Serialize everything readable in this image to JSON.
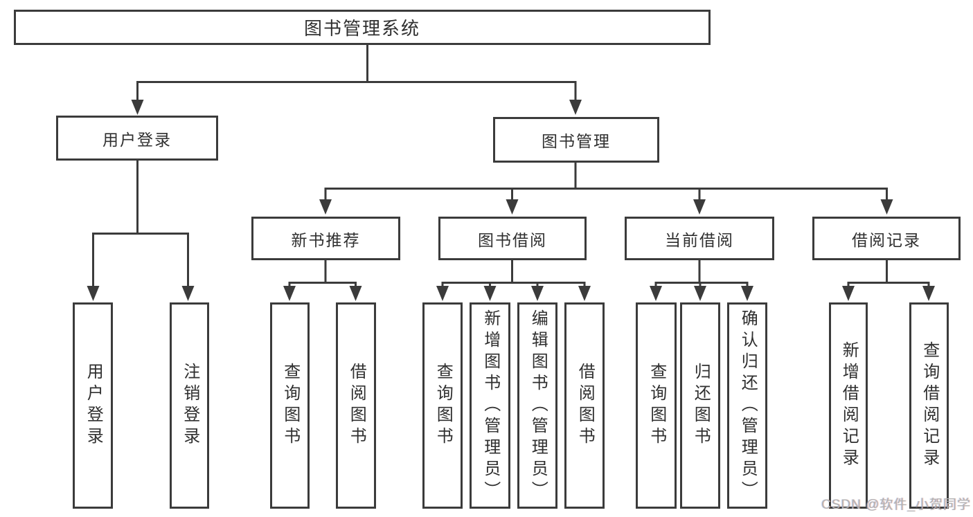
{
  "diagram": {
    "title": "图书管理系统",
    "colors": {
      "line": "#3b3b3b",
      "box_border": "#3b3b3b",
      "box_fill": "#ffffff",
      "text": "#2f2f2f",
      "watermark": "#b3b3b3"
    },
    "level1": [
      {
        "label": "用户登录",
        "parent": "图书管理系统"
      },
      {
        "label": "图书管理",
        "parent": "图书管理系统"
      }
    ],
    "level2": [
      {
        "label": "新书推荐",
        "parent": "图书管理"
      },
      {
        "label": "图书借阅",
        "parent": "图书管理"
      },
      {
        "label": "当前借阅",
        "parent": "图书管理"
      },
      {
        "label": "借阅记录",
        "parent": "图书管理"
      }
    ],
    "level3": [
      {
        "label": "用户登录",
        "parent": "用户登录"
      },
      {
        "label": "注销登录",
        "parent": "用户登录"
      },
      {
        "label": "查询图书",
        "parent": "新书推荐"
      },
      {
        "label": "借阅图书",
        "parent": "新书推荐"
      },
      {
        "label": "查询图书",
        "parent": "图书借阅"
      },
      {
        "label": "新增图书（管理员）",
        "parent": "图书借阅"
      },
      {
        "label": "编辑图书（管理员）",
        "parent": "图书借阅"
      },
      {
        "label": "借阅图书",
        "parent": "图书借阅"
      },
      {
        "label": "查询图书",
        "parent": "当前借阅"
      },
      {
        "label": "归还图书",
        "parent": "当前借阅"
      },
      {
        "label": "确认归还（管理员）",
        "parent": "当前借阅"
      },
      {
        "label": "新增借阅记录",
        "parent": "借阅记录"
      },
      {
        "label": "查询借阅记录",
        "parent": "借阅记录"
      }
    ],
    "watermark": "CSDN @软件_小贺同学"
  }
}
